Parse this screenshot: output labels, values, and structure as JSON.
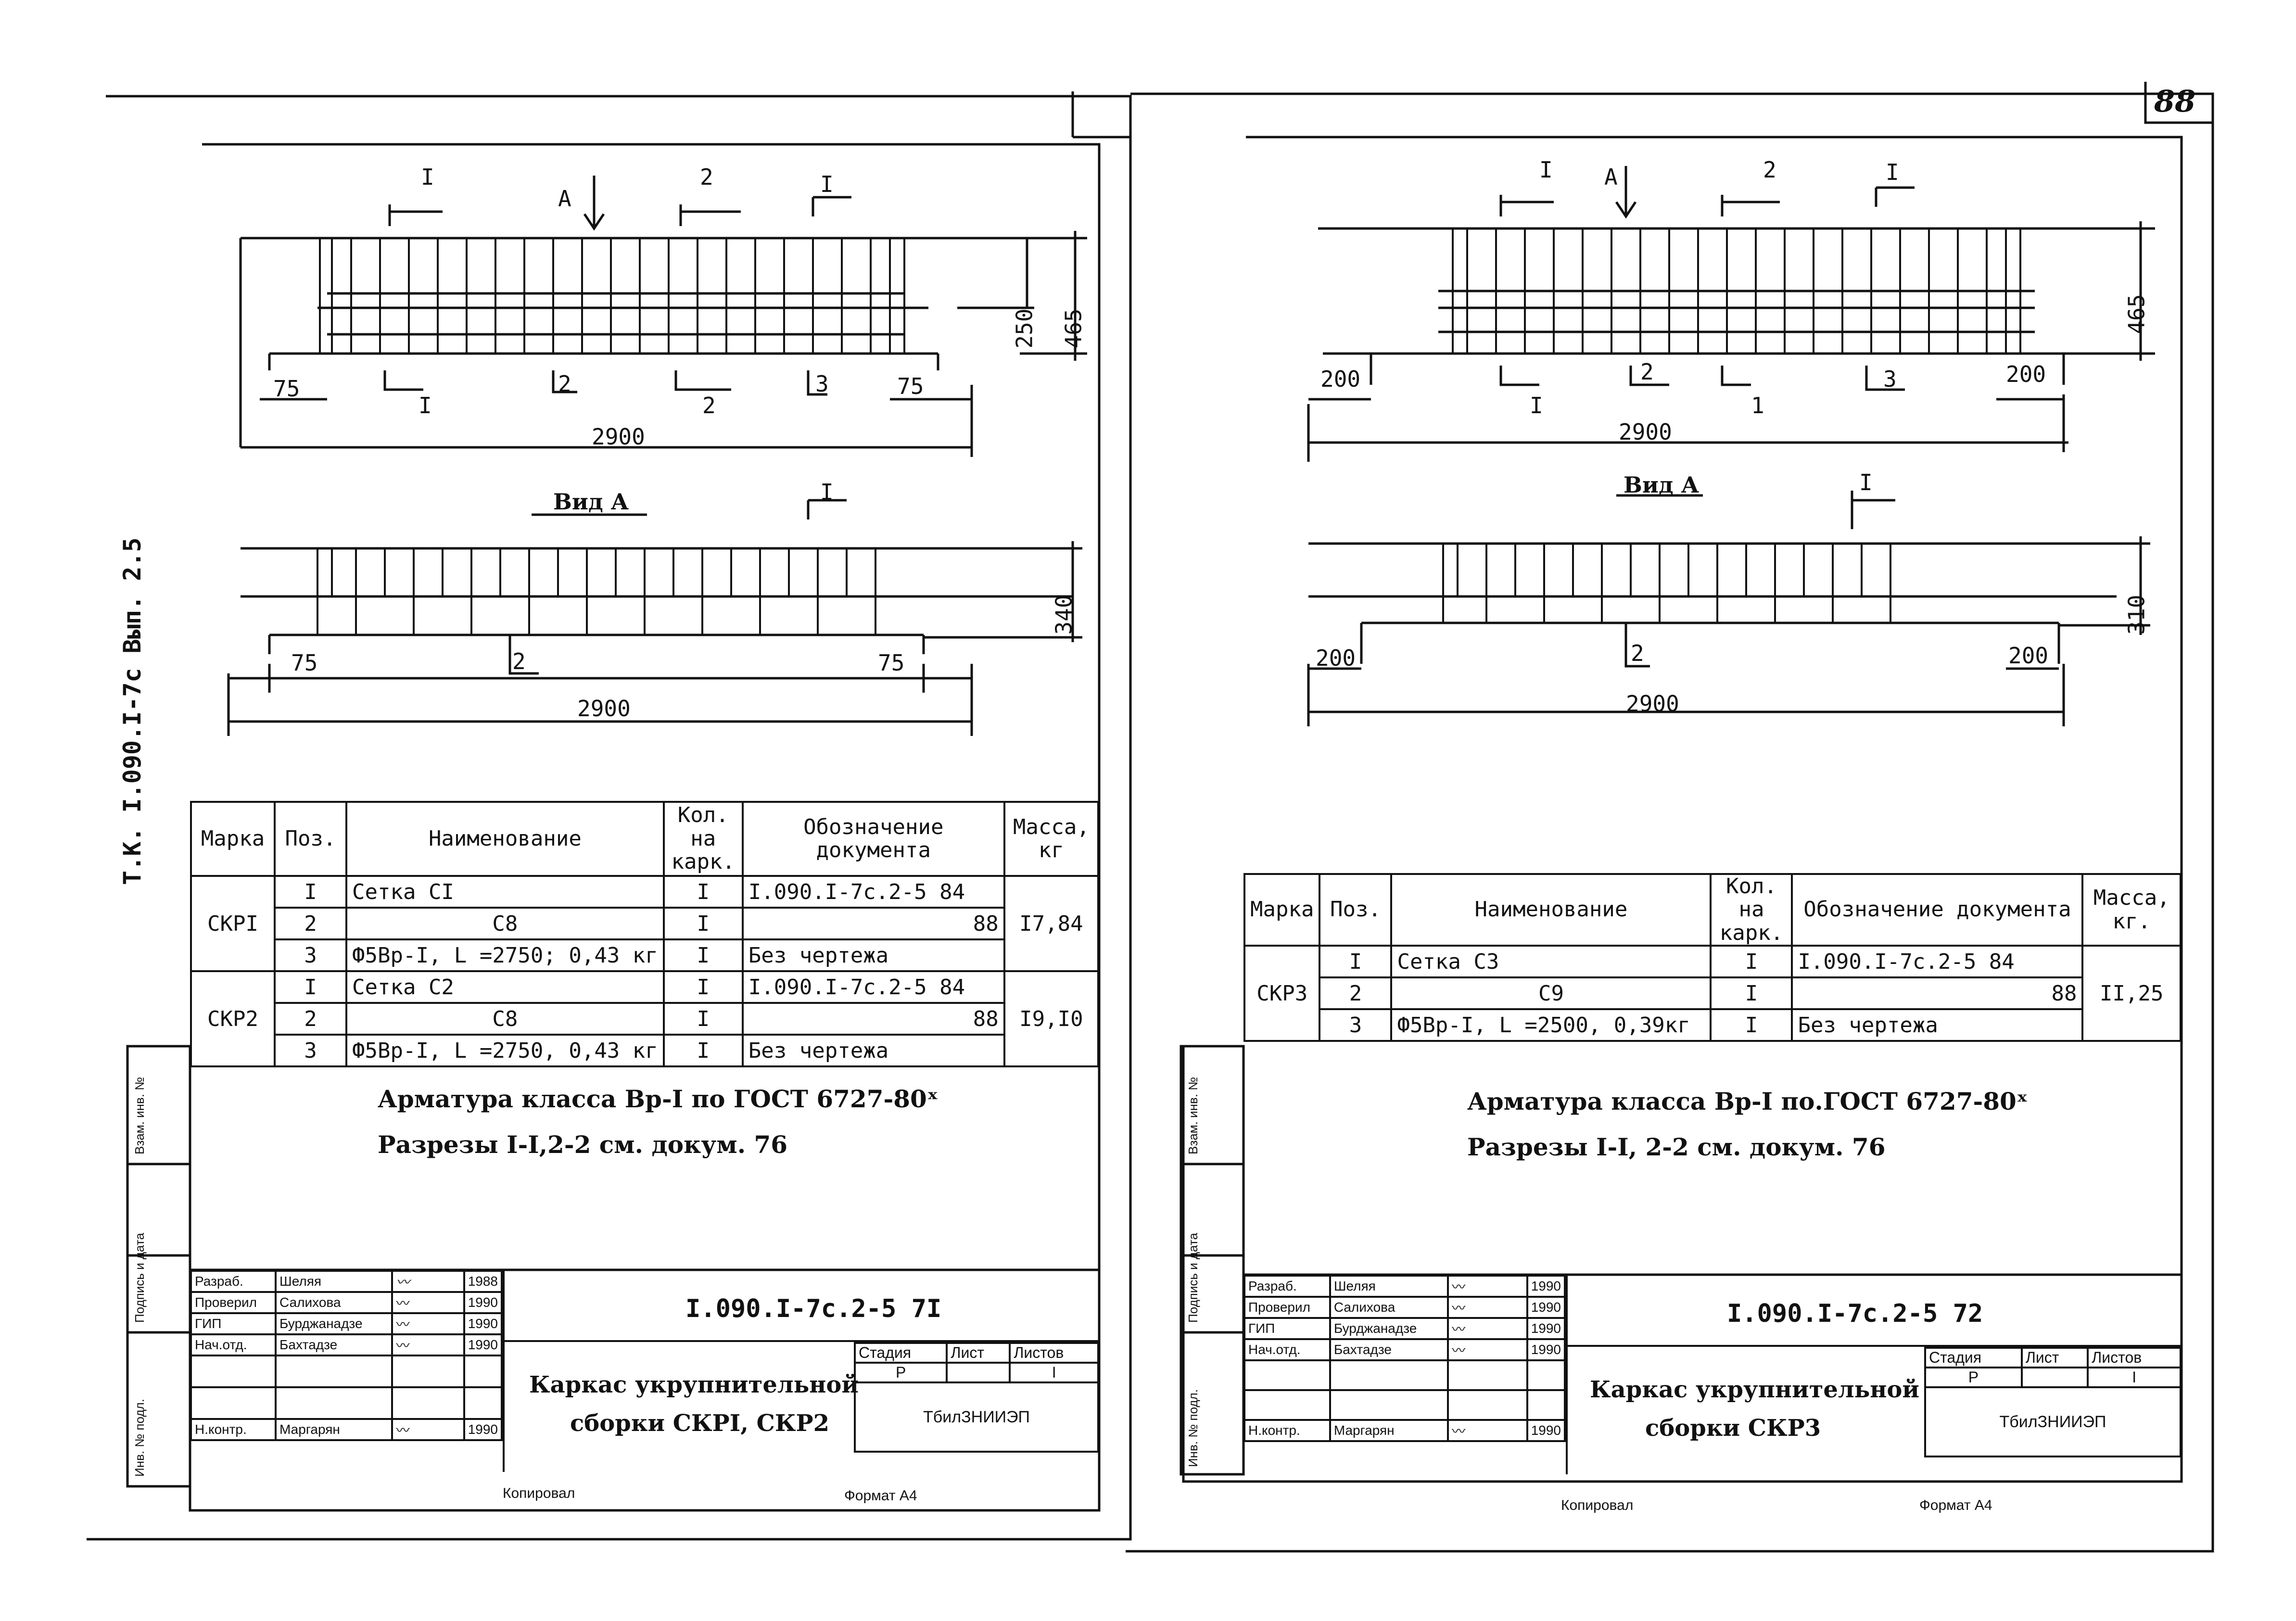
{
  "page_number": "88",
  "side_code": "Т.К. I.090.I-7с Вып. 2.5",
  "left": {
    "drawing1": {
      "cut_labels": [
        "I",
        "А",
        "2",
        "I"
      ],
      "dims": {
        "d250": "250",
        "d465": "465",
        "d75a": "75",
        "d75b": "75",
        "d2900": "2900"
      },
      "pos_labels": [
        "I",
        "2",
        "2",
        "3"
      ]
    },
    "drawing2": {
      "view_label": "Вид А",
      "cut_label": "I",
      "dims": {
        "d340": "340",
        "d75a": "75",
        "d75b": "75",
        "d2900": "2900"
      },
      "pos_label": "2"
    },
    "table": {
      "headers": [
        "Марка",
        "Поз.",
        "Наименование",
        "Кол. на карк.",
        "Обозначение документа",
        "Масса, кг"
      ],
      "rows": [
        {
          "mark": "СКРI",
          "pos": "I",
          "name": "Сетка СI",
          "qty": "I",
          "doc": "I.090.I-7с.2-5  84",
          "mass": "I7,84"
        },
        {
          "mark": "",
          "pos": "2",
          "name": "С8",
          "qty": "I",
          "doc": "88",
          "mass": ""
        },
        {
          "mark": "",
          "pos": "3",
          "name": "Ф5Вр-I, L =2750; 0,43 кг",
          "qty": "I",
          "doc": "Без чертежа",
          "mass": ""
        },
        {
          "mark": "СКР2",
          "pos": "I",
          "name": "Сетка С2",
          "qty": "I",
          "doc": "I.090.I-7с.2-5  84",
          "mass": "I9,I0"
        },
        {
          "mark": "",
          "pos": "2",
          "name": "С8",
          "qty": "I",
          "doc": "88",
          "mass": ""
        },
        {
          "mark": "",
          "pos": "3",
          "name": "Ф5Вр-I, L =2750, 0,43 кг",
          "qty": "I",
          "doc": "Без чертежа",
          "mass": ""
        }
      ]
    },
    "notes": [
      "Арматура класса Вр-I по ГОСТ 6727-80ˣ",
      "Разрезы I-I,2-2 см. докум. 76"
    ],
    "titleblock": {
      "roles": [
        "Разраб.",
        "Проверил",
        "ГИП",
        "Нач.отд.",
        "",
        "",
        "Н.контр."
      ],
      "names": [
        "Шеляя",
        "Салихова",
        "Бурджанадзе",
        "Бахтадзе",
        "",
        "",
        "Маргарян"
      ],
      "dates": [
        "1988",
        "1990",
        "1990",
        "1990",
        "",
        "",
        "1990"
      ],
      "doc_code": "I.090.I-7с.2-5  7I",
      "title_lines": [
        "Каркас укрупнительной",
        "сборки СКРI, СКР2"
      ],
      "stage_hdr": [
        "Стадия",
        "Лист",
        "Листов"
      ],
      "stage_vals": [
        "Р",
        "",
        "I"
      ],
      "org": "ТбилЗНИИЭП"
    },
    "footer": {
      "copied": "Копировал",
      "format": "Формат А4"
    }
  },
  "right": {
    "drawing1": {
      "cut_labels": [
        "I",
        "А",
        "2",
        "I"
      ],
      "dims": {
        "d465": "465",
        "d200a": "200",
        "d200b": "200",
        "d2900": "2900"
      },
      "pos_labels": [
        "I",
        "2",
        "1",
        "3"
      ]
    },
    "drawing2": {
      "view_label": "Вид А",
      "cut_label": "I",
      "dims": {
        "d310": "310",
        "d200a": "200",
        "d200b": "200",
        "d2900": "2900"
      },
      "pos_label": "2"
    },
    "table": {
      "headers": [
        "Марка",
        "Поз.",
        "Наименование",
        "Кол. на карк.",
        "Обозначение документа",
        "Масса, кг."
      ],
      "rows": [
        {
          "mark": "СКР3",
          "pos": "I",
          "name": "Сетка С3",
          "qty": "I",
          "doc": "I.090.I-7с.2-5  84",
          "mass": "II,25"
        },
        {
          "mark": "",
          "pos": "2",
          "name": "С9",
          "qty": "I",
          "doc": "88",
          "mass": ""
        },
        {
          "mark": "",
          "pos": "3",
          "name": "Ф5Вр-I, L =2500, 0,39кг",
          "qty": "I",
          "doc": "Без чертежа",
          "mass": ""
        }
      ]
    },
    "notes": [
      "Арматура класса Вр-I по.ГОСТ 6727-80ˣ",
      "Разрезы I-I, 2-2 см. докум. 76"
    ],
    "titleblock": {
      "roles": [
        "Разраб.",
        "Проверил",
        "ГИП",
        "Нач.отд.",
        "",
        "",
        "Н.контр."
      ],
      "names": [
        "Шеляя",
        "Салихова",
        "Бурджанадзе",
        "Бахтадзе",
        "",
        "",
        "Маргарян"
      ],
      "dates": [
        "1990",
        "1990",
        "1990",
        "1990",
        "",
        "",
        "1990"
      ],
      "doc_code": "I.090.I-7с.2-5  72",
      "title_lines": [
        "Каркас укрупнительной",
        "сборки СКР3"
      ],
      "stage_hdr": [
        "Стадия",
        "Лист",
        "Листов"
      ],
      "stage_vals": [
        "Р",
        "",
        "I"
      ],
      "org": "ТбилЗНИИЭП"
    },
    "footer": {
      "copied": "Копировал",
      "format": "Формат А4"
    }
  },
  "stamp_labels": [
    "Инв. № подл.",
    "Подпись и дата",
    "Взам. инв. №"
  ]
}
